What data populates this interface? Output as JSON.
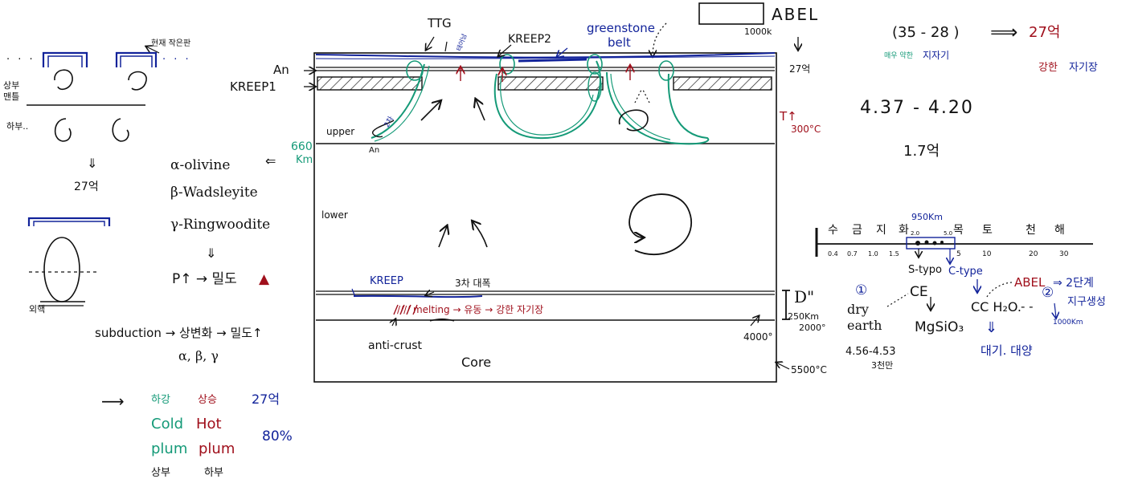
{
  "colors": {
    "ink": "#111111",
    "red": "#a0101c",
    "green": "#159a78",
    "blue": "#12239a"
  },
  "left": {
    "dots_l": "· · ·",
    "dots_r": "· · ·",
    "plate_note": "현재 작은판",
    "upper_mantle": "상부 맨틀",
    "lower": "하부..",
    "down_arrow": "⇓",
    "age": "27억",
    "outer_core": "외핵"
  },
  "minerals": {
    "arrow": "⇐",
    "alpha": "α-olivine",
    "beta": "β-Wadsleyite",
    "gamma": "γ-Ringwoodite",
    "down": "⇓",
    "pressure": "P↑ → 밀도",
    "subduction": "subduction → 상변화 → 밀도↑",
    "phases": "α, β, γ"
  },
  "legend": {
    "arrow": "⟶",
    "desc": "하강",
    "asc": "상승",
    "age": "27억",
    "cold": "Cold",
    "hot": "Hot",
    "pct": "80%",
    "plum1": "plum",
    "plum2": "plum",
    "upper": "상부",
    "lower": "하부"
  },
  "diagram": {
    "abel": "ABEL",
    "abel_size": "1000k",
    "age_right": "27억",
    "ttg": "TTG",
    "ttg_sub": "태어남",
    "kreep2": "KREEP2",
    "greenstone": "greenstone",
    "belt": "belt",
    "an": "An",
    "kreep1": "KREEP1",
    "upper": "upper",
    "depth": "660",
    "depth_unit": "Km",
    "an_small": "An",
    "plume2": "2차",
    "temp": "T↑",
    "temp_val": "300°C",
    "lower": "lower",
    "kreep": "KREEP",
    "third": "3차 대폭",
    "d2": "D\"",
    "d2_depth": "250Km",
    "d2_temp": "2000°",
    "melting": "//// melting → 유동 → 강한 자기장",
    "anticrust": "anti-crust",
    "core": "Core",
    "core_top": "4000°",
    "core_temp": "5500°C"
  },
  "right": {
    "range": "(35 - 28 )",
    "arrow": "⟹",
    "age": "27억",
    "weak": "매우 약한",
    "weak_field": "지자기",
    "strong": "강한",
    "strong_field": "자기장",
    "ages": "4.37 - 4.20",
    "span": "1.7억",
    "planets": [
      "수",
      "금",
      "지",
      "화",
      "목",
      "토",
      "천",
      "해"
    ],
    "ticks": [
      "0.4",
      "0.7",
      "1.0",
      "1.5",
      "2.0",
      "5.0",
      "5",
      "10",
      "20",
      "30"
    ],
    "dist": "950Km",
    "s_type": "S-typo",
    "c_type": "C-type",
    "circle1": "①",
    "ce": "CE",
    "dry": "dry",
    "earth": "earth",
    "mgsio3": "MgSiO₃",
    "ages2": "4.56-4.53",
    "span2": "3천만",
    "cc": "CC H₂O.",
    "dashes": "- -",
    "abel": "ABEL",
    "circle2": "②",
    "stage": "⇒ 2단계",
    "earth_form": "지구생성",
    "abel_size": "1000Km",
    "atm": "대기. 대양",
    "down_arrow": "⇓"
  }
}
